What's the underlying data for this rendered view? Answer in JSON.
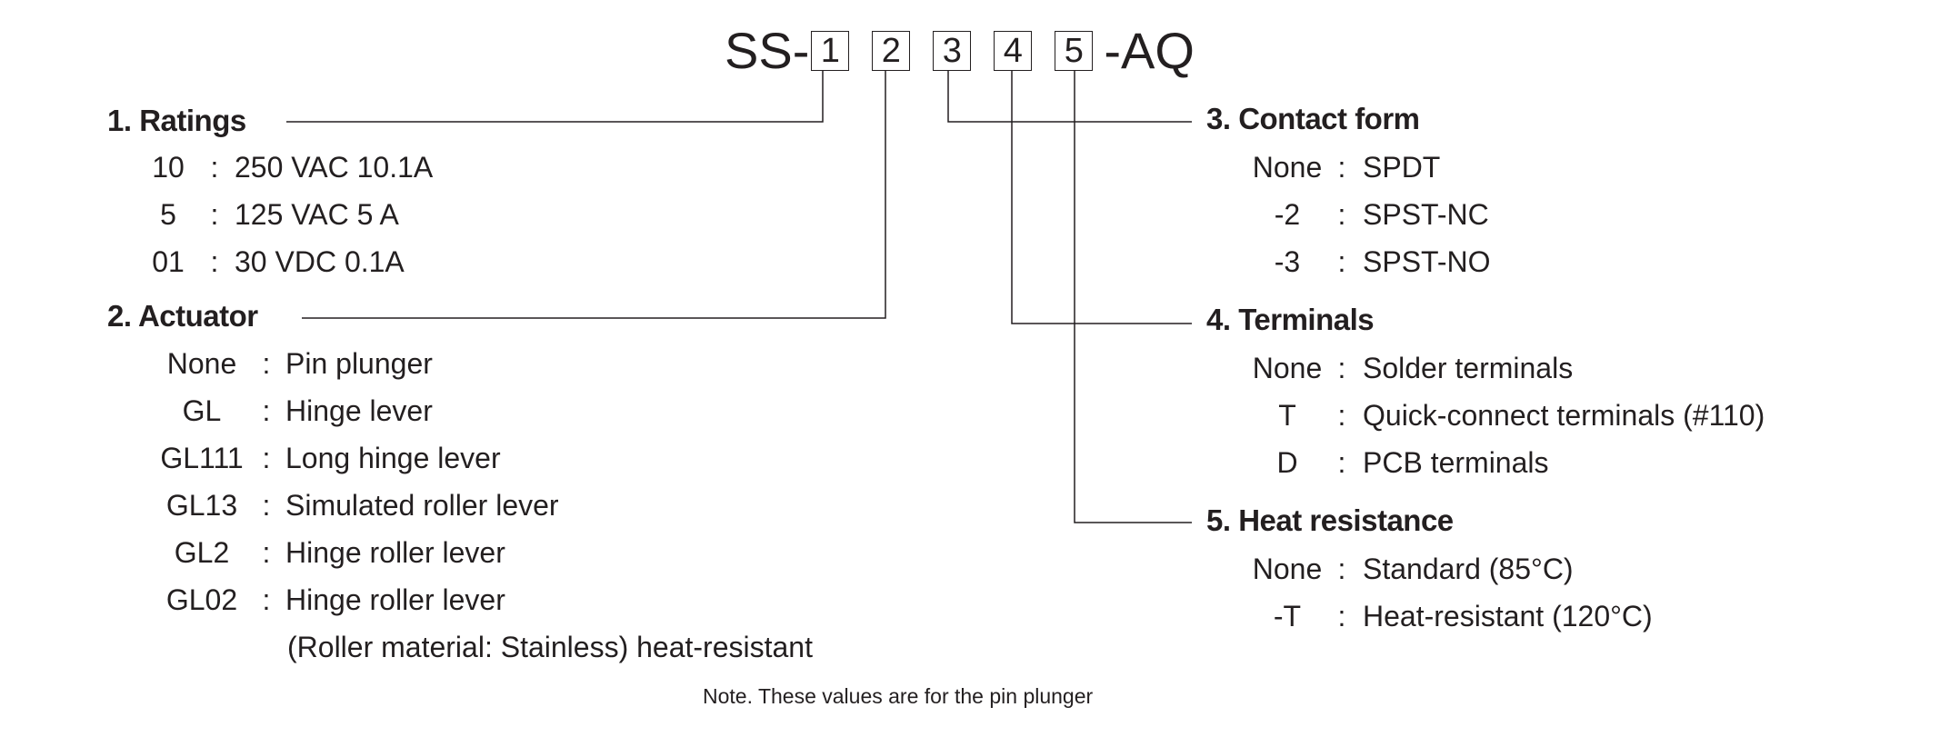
{
  "model": {
    "prefix": "SS-",
    "boxes": [
      "1",
      "2",
      "3",
      "4",
      "5"
    ],
    "suffix": "-AQ"
  },
  "sections": {
    "ratings": {
      "heading": "1. Ratings",
      "rows": [
        {
          "code": "10",
          "sep": ":",
          "value": "250 VAC 10.1A"
        },
        {
          "code": "5",
          "sep": ":",
          "value": "125 VAC 5 A"
        },
        {
          "code": "01",
          "sep": ":",
          "value": "30 VDC 0.1A"
        }
      ]
    },
    "actuator": {
      "heading": "2. Actuator",
      "rows": [
        {
          "code": "None",
          "sep": ":",
          "value": "Pin plunger"
        },
        {
          "code": "GL",
          "sep": ":",
          "value": "Hinge lever"
        },
        {
          "code": "GL111",
          "sep": ":",
          "value": "Long hinge lever"
        },
        {
          "code": "GL13",
          "sep": ":",
          "value": "Simulated roller lever"
        },
        {
          "code": "GL2",
          "sep": ":",
          "value": "Hinge roller lever"
        },
        {
          "code": "GL02",
          "sep": ":",
          "value": "Hinge roller lever"
        }
      ],
      "continuation": "(Roller material: Stainless) heat-resistant"
    },
    "contact_form": {
      "heading": "3. Contact form",
      "rows": [
        {
          "code": "None",
          "sep": ":",
          "value": "SPDT"
        },
        {
          "code": "-2",
          "sep": ":",
          "value": "SPST-NC"
        },
        {
          "code": "-3",
          "sep": ":",
          "value": "SPST-NO"
        }
      ]
    },
    "terminals": {
      "heading": "4. Terminals",
      "rows": [
        {
          "code": "None",
          "sep": ":",
          "value": "Solder terminals"
        },
        {
          "code": "T",
          "sep": ":",
          "value": "Quick-connect terminals (#110)"
        },
        {
          "code": "D",
          "sep": ":",
          "value": "PCB terminals"
        }
      ]
    },
    "heat_resistance": {
      "heading": "5. Heat resistance",
      "rows": [
        {
          "code": "None",
          "sep": ":",
          "value": "Standard (85°C)"
        },
        {
          "code": "-T",
          "sep": ":",
          "value": "Heat-resistant (120°C)"
        }
      ]
    }
  },
  "note": "Note. These values are for the pin plunger",
  "colors": {
    "ink": "#231f20"
  }
}
